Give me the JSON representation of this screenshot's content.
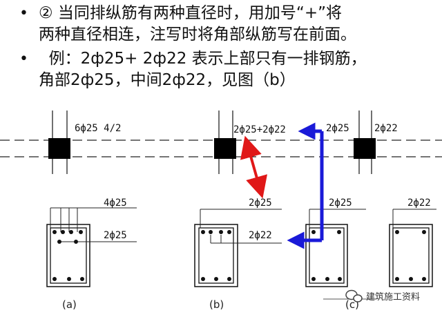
{
  "bullets": [
    {
      "marker": "•",
      "line1": "② 当同排纵筋有两种直径时，用加号“+”将",
      "line2": "两种直径相连，注写时将角部纵筋写在前面。"
    },
    {
      "marker": "•",
      "line1": "  例：2ф25+ 2ф22 表示上部只有一排钢筋，",
      "line2": "角部2ф25，中间2ф22，见图（b）"
    }
  ],
  "diagram": {
    "a": {
      "beam_label": "6ф25 4/2",
      "top_label": "4ф25",
      "mid_label": "2ф25",
      "caption": "(a)"
    },
    "b": {
      "beam_label": "2ф25+2ф22",
      "top_label": "2ф25",
      "mid_label": "2ф22",
      "caption": "(b)"
    },
    "c": {
      "beam_label_left": "2ф25",
      "beam_label_right": "2ф22",
      "mid_label": "2ф25",
      "right_label": "2ф22",
      "caption": "(c)"
    },
    "colors": {
      "red_arrow": "#e01818",
      "blue_arrow": "#1a1ad8",
      "column": "#000000"
    }
  },
  "watermark": {
    "text": "建筑施工资料"
  }
}
